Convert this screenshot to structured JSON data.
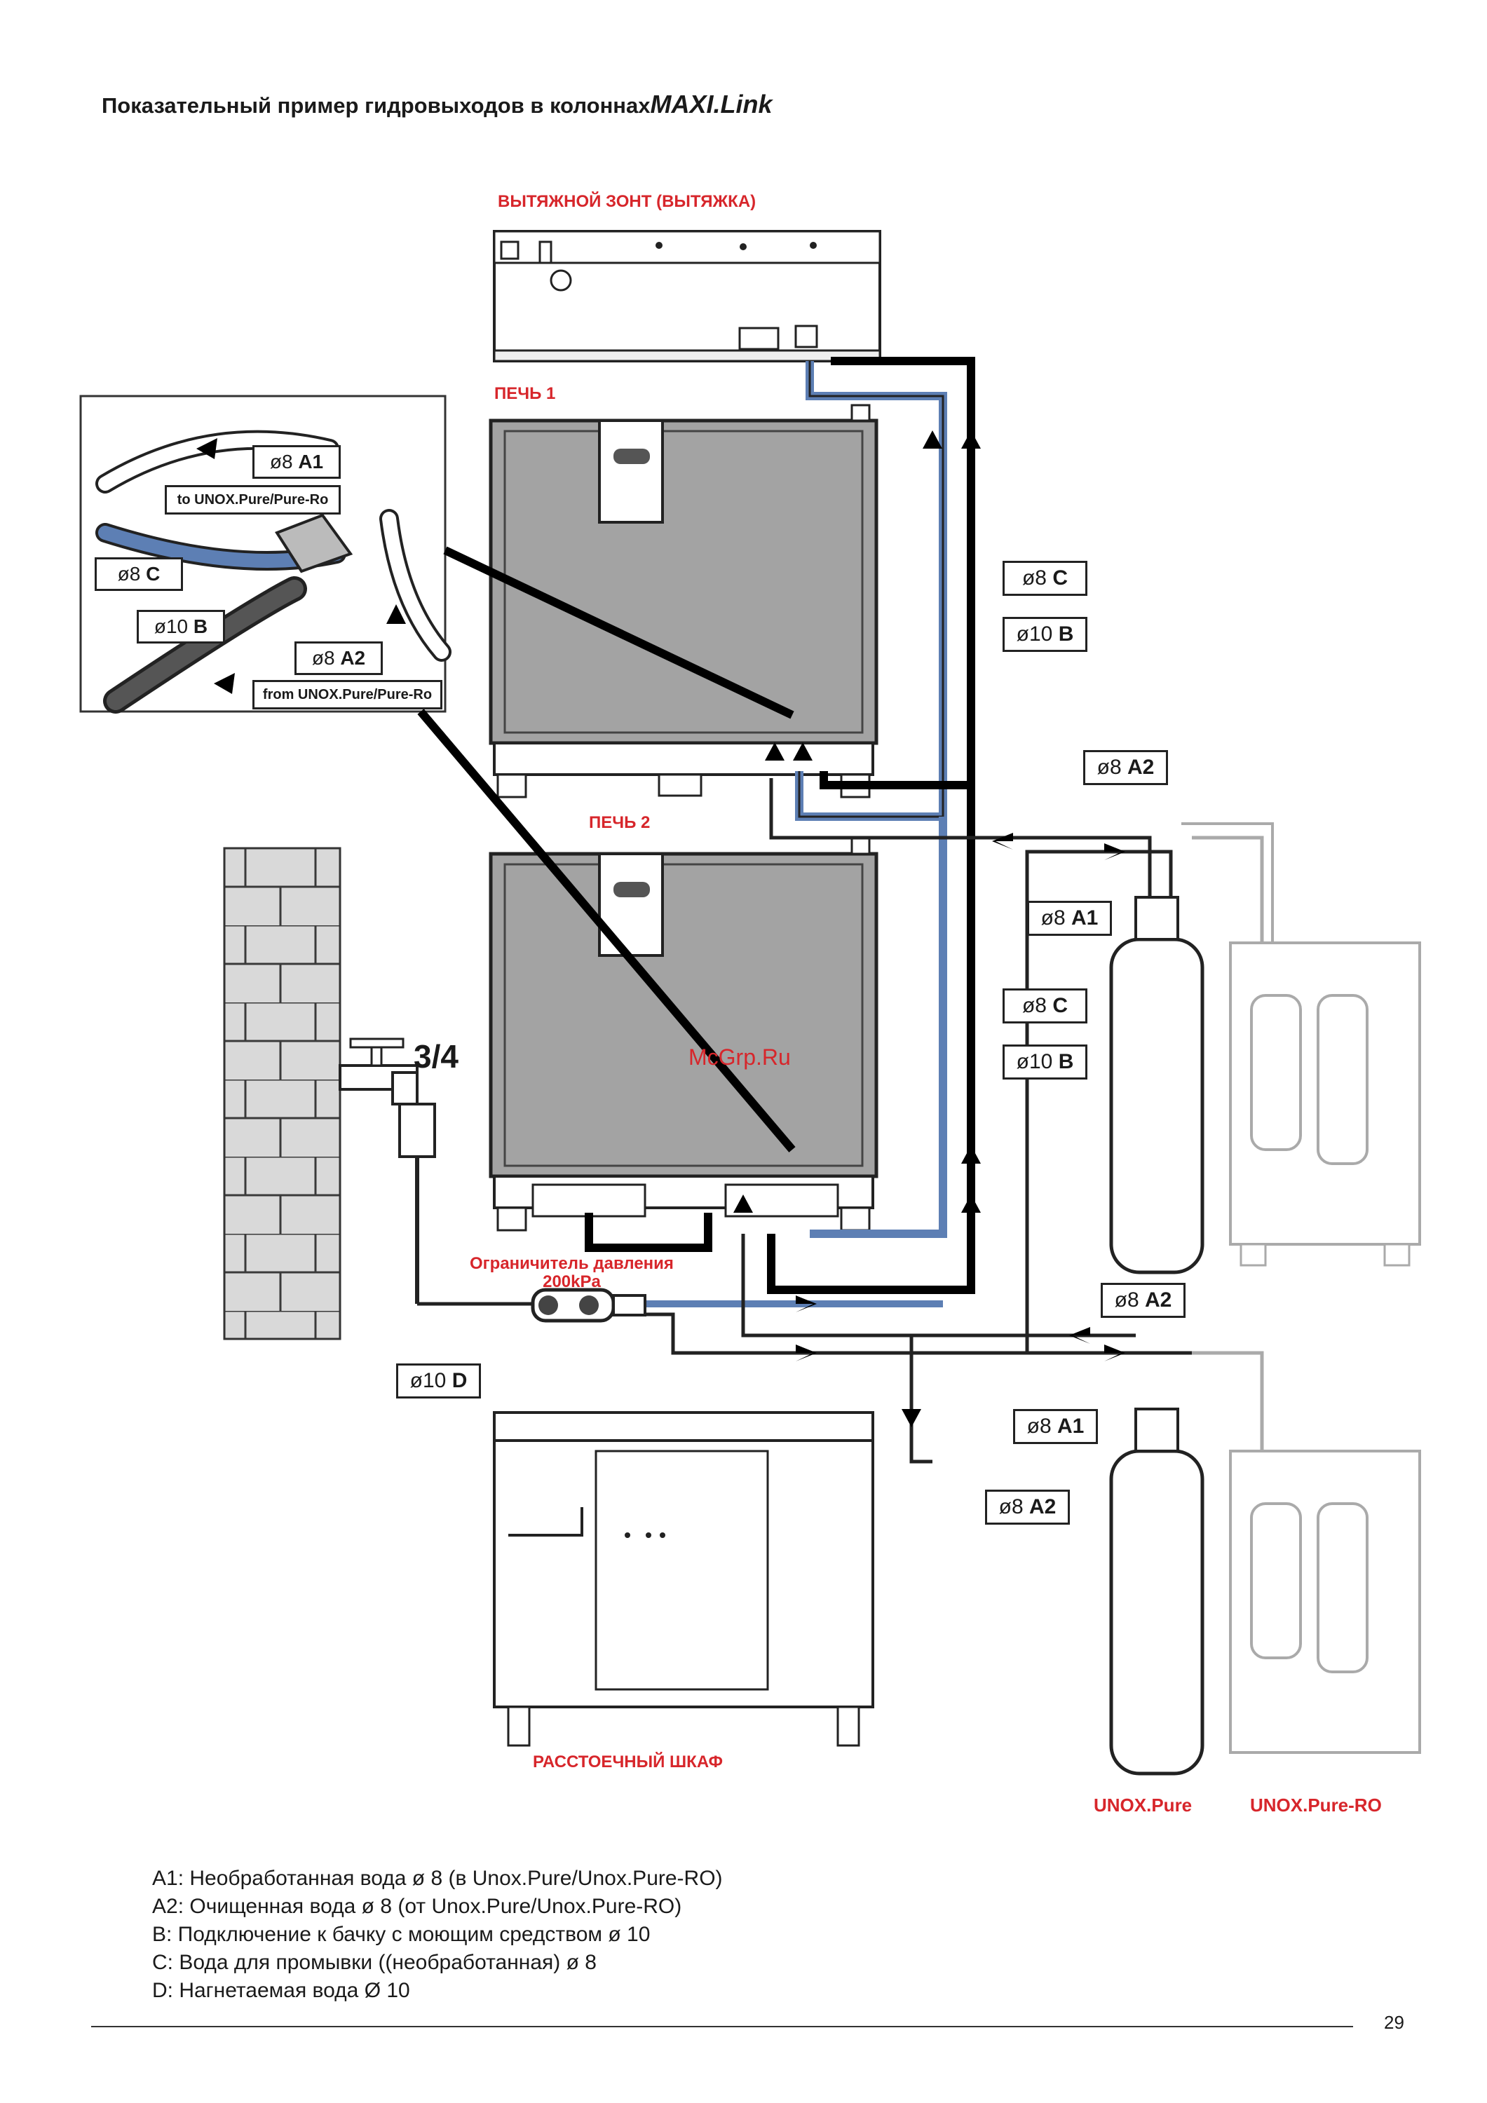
{
  "title": {
    "prefix": "Показательный пример гидровыходов в колоннах",
    "brand": "MAXI.Link"
  },
  "labels": {
    "hood": "ВЫТЯЖНОЙ ЗОНТ (ВЫТЯЖКА)",
    "oven1": "ПЕЧЬ 1",
    "oven2": "ПЕЧЬ 2",
    "pressure_limiter_line1": "Ограничитель давления",
    "pressure_limiter_line2": "200kPa",
    "proofer": "РАССТОЕЧНЫЙ ШКАФ",
    "unox_pure": "UNOX.Pure",
    "unox_pure_ro": "UNOX.Pure-RO",
    "faucet_size": "3/4",
    "watermark": "McGrp.Ru"
  },
  "inset": {
    "tag_a1": {
      "dia": "ø8",
      "code": "A1"
    },
    "tag_c": {
      "dia": "ø8",
      "code": "C"
    },
    "tag_b": {
      "dia": "ø10",
      "code": "B"
    },
    "tag_a2": {
      "dia": "ø8",
      "code": "A2"
    },
    "to_unox": "to UNOX.Pure/Pure-Ro",
    "from_unox": "from UNOX.Pure/Pure-Ro"
  },
  "tags": {
    "c_upper": {
      "dia": "ø8",
      "code": "C"
    },
    "b_upper": {
      "dia": "ø10",
      "code": "B"
    },
    "a2_upper": {
      "dia": "ø8",
      "code": "A2"
    },
    "a1_upper": {
      "dia": "ø8",
      "code": "A1"
    },
    "c_lower": {
      "dia": "ø8",
      "code": "C"
    },
    "b_lower": {
      "dia": "ø10",
      "code": "B"
    },
    "a2_lower": {
      "dia": "ø8",
      "code": "A2"
    },
    "d_main": {
      "dia": "ø10",
      "code": "D"
    },
    "a1_lower": {
      "dia": "ø8",
      "code": "A1"
    },
    "a2_proofer": {
      "dia": "ø8",
      "code": "A2"
    }
  },
  "legend": [
    "A1: Необработанная вода  ø 8 (в Unox.Pure/Unox.Pure-RO)",
    "A2: Очищенная вода  ø 8 (от Unox.Pure/Unox.Pure-RO)",
    "B: Подключение к бачку с моющим средством ø 10",
    "C: Вода для промывки ((необработанная) ø 8",
    "D: Нагнетаемая вода Ø 10"
  ],
  "page_number": "29",
  "colors": {
    "red_label": "#d7262b",
    "blue_pipe": "#5d7fb4",
    "oven_fill": "#a3a3a3",
    "black": "#000000"
  }
}
